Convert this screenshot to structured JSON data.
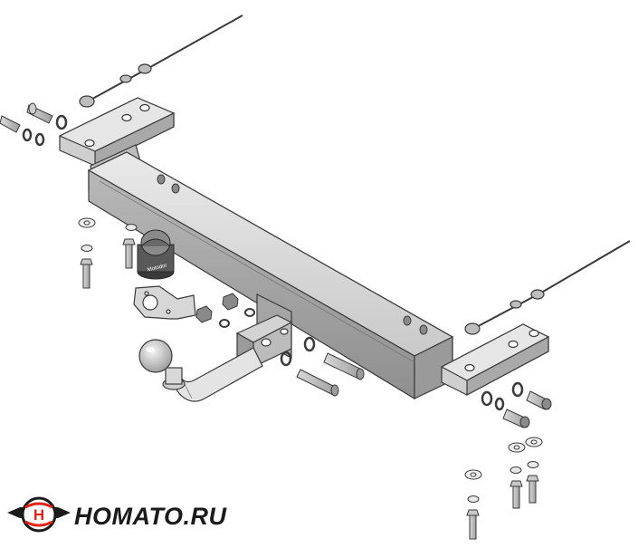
{
  "brand": {
    "name": "HOMATO.RU",
    "emblem_letter": "H",
    "colors": {
      "accent": "#e2231a",
      "ink": "#1a1a1a"
    }
  },
  "product": {
    "ball_cover_text": "Motodor"
  },
  "icons": {
    "logo": "homato-logo-icon"
  }
}
